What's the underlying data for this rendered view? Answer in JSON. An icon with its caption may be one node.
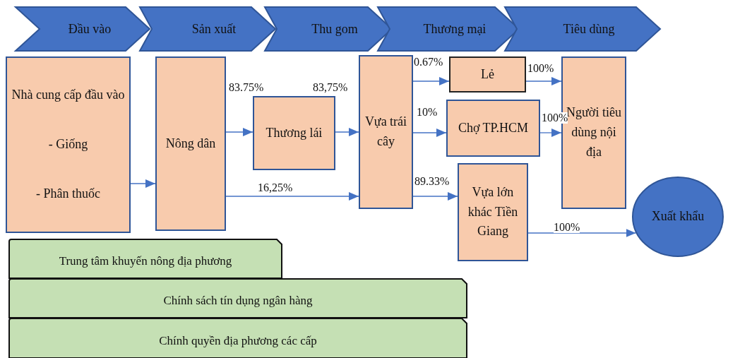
{
  "diagram": {
    "nodes": [
      {
        "text": [
          "Đầu vào"
        ]
      },
      {
        "text": [
          "Sản xuất"
        ]
      },
      {
        "text": [
          "Thu gom"
        ]
      },
      {
        "text": [
          "Thương mại"
        ]
      },
      {
        "text": [
          "Tiêu dùng"
        ]
      },
      {
        "text": [
          "Nhà cung cấp đầu vào",
          "- Giống",
          "- Phân thuốc"
        ]
      },
      {
        "text": [
          "Nông dân"
        ]
      },
      {
        "text": [
          "Thương lái"
        ]
      },
      {
        "text": [
          "Vựa trái cây"
        ]
      },
      {
        "text": [
          "Lẻ"
        ]
      },
      {
        "text": [
          "Chợ TP.HCM"
        ]
      },
      {
        "text": [
          "Người tiêu dùng nội địa"
        ]
      },
      {
        "text": [
          "Vựa lớn khác Tiền Giang"
        ]
      },
      {
        "text": [
          "Xuất khẩu"
        ]
      },
      {
        "text": [
          "Trung tâm khuyến nông địa phương"
        ]
      },
      {
        "text": [
          "Chính sách tín dụng ngân hàng"
        ]
      },
      {
        "text": [
          "Chính quyền địa phương các cấp"
        ]
      }
    ],
    "edges": [
      {
        "from": 5,
        "to": 6,
        "arrow": "to"
      },
      {
        "from": 6,
        "to": 7,
        "arrow": "to",
        "label": "83.75%"
      },
      {
        "from": 7,
        "to": 8,
        "arrow": "to",
        "label": "83,75%"
      },
      {
        "from": 6,
        "to": 8,
        "arrow": "to",
        "label": "16,25%"
      },
      {
        "from": 8,
        "to": 9,
        "arrow": "to",
        "label": "0.67%"
      },
      {
        "from": 8,
        "to": 10,
        "arrow": "to",
        "label": "10%"
      },
      {
        "from": 8,
        "to": 12,
        "arrow": "to",
        "label": "89.33%"
      },
      {
        "from": 9,
        "to": 11,
        "arrow": "to",
        "label": "100%"
      },
      {
        "from": 10,
        "to": 11,
        "arrow": "to",
        "label": "100%"
      },
      {
        "from": 12,
        "to": 13,
        "arrow": "to",
        "label": "100%"
      }
    ]
  }
}
